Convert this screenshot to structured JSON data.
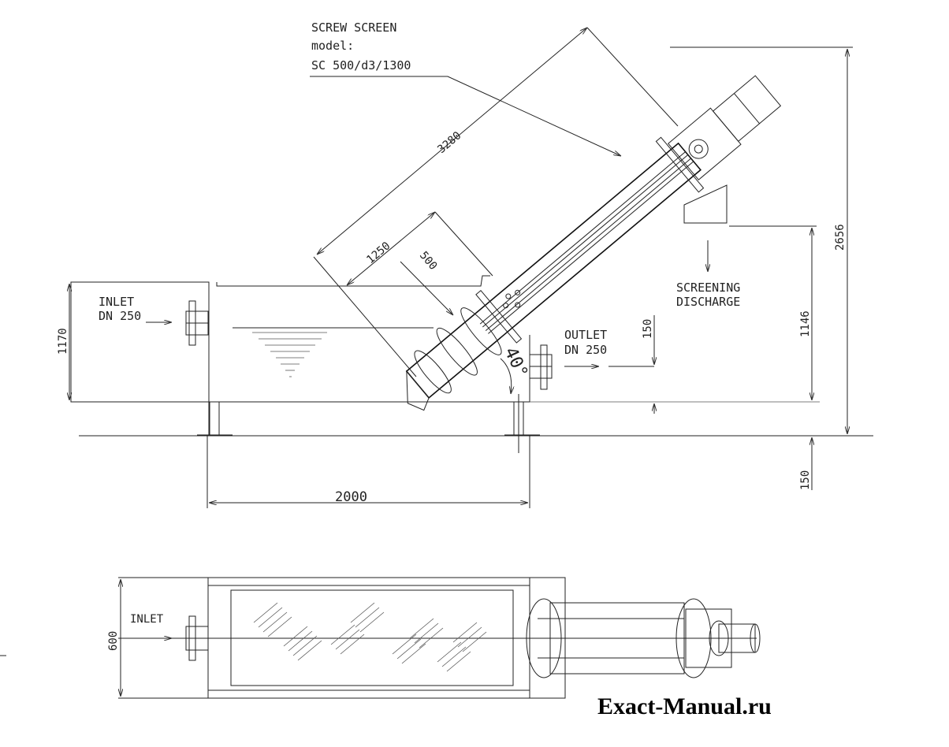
{
  "title_block": {
    "line1": "SCREW SCREEN",
    "line2": "model:",
    "line3": "SC 500/d3/1300"
  },
  "labels": {
    "inlet": "INLET",
    "inlet_dn": "DN 250",
    "outlet": "OUTLET",
    "outlet_dn": "DN 250",
    "screening": "SCREENING",
    "discharge": "DISCHARGE",
    "plan_inlet": "INLET",
    "angle": "40°"
  },
  "dimensions": {
    "length_inclined": "3280",
    "immersed": "1250",
    "screen_d": "500",
    "tank_height": "1170",
    "total_height": "2656",
    "discharge_height": "1146",
    "outlet_offset": "150",
    "foot_height": "150",
    "tank_length": "2000",
    "plan_width": "600"
  },
  "watermark": "Exact-Manual.ru"
}
